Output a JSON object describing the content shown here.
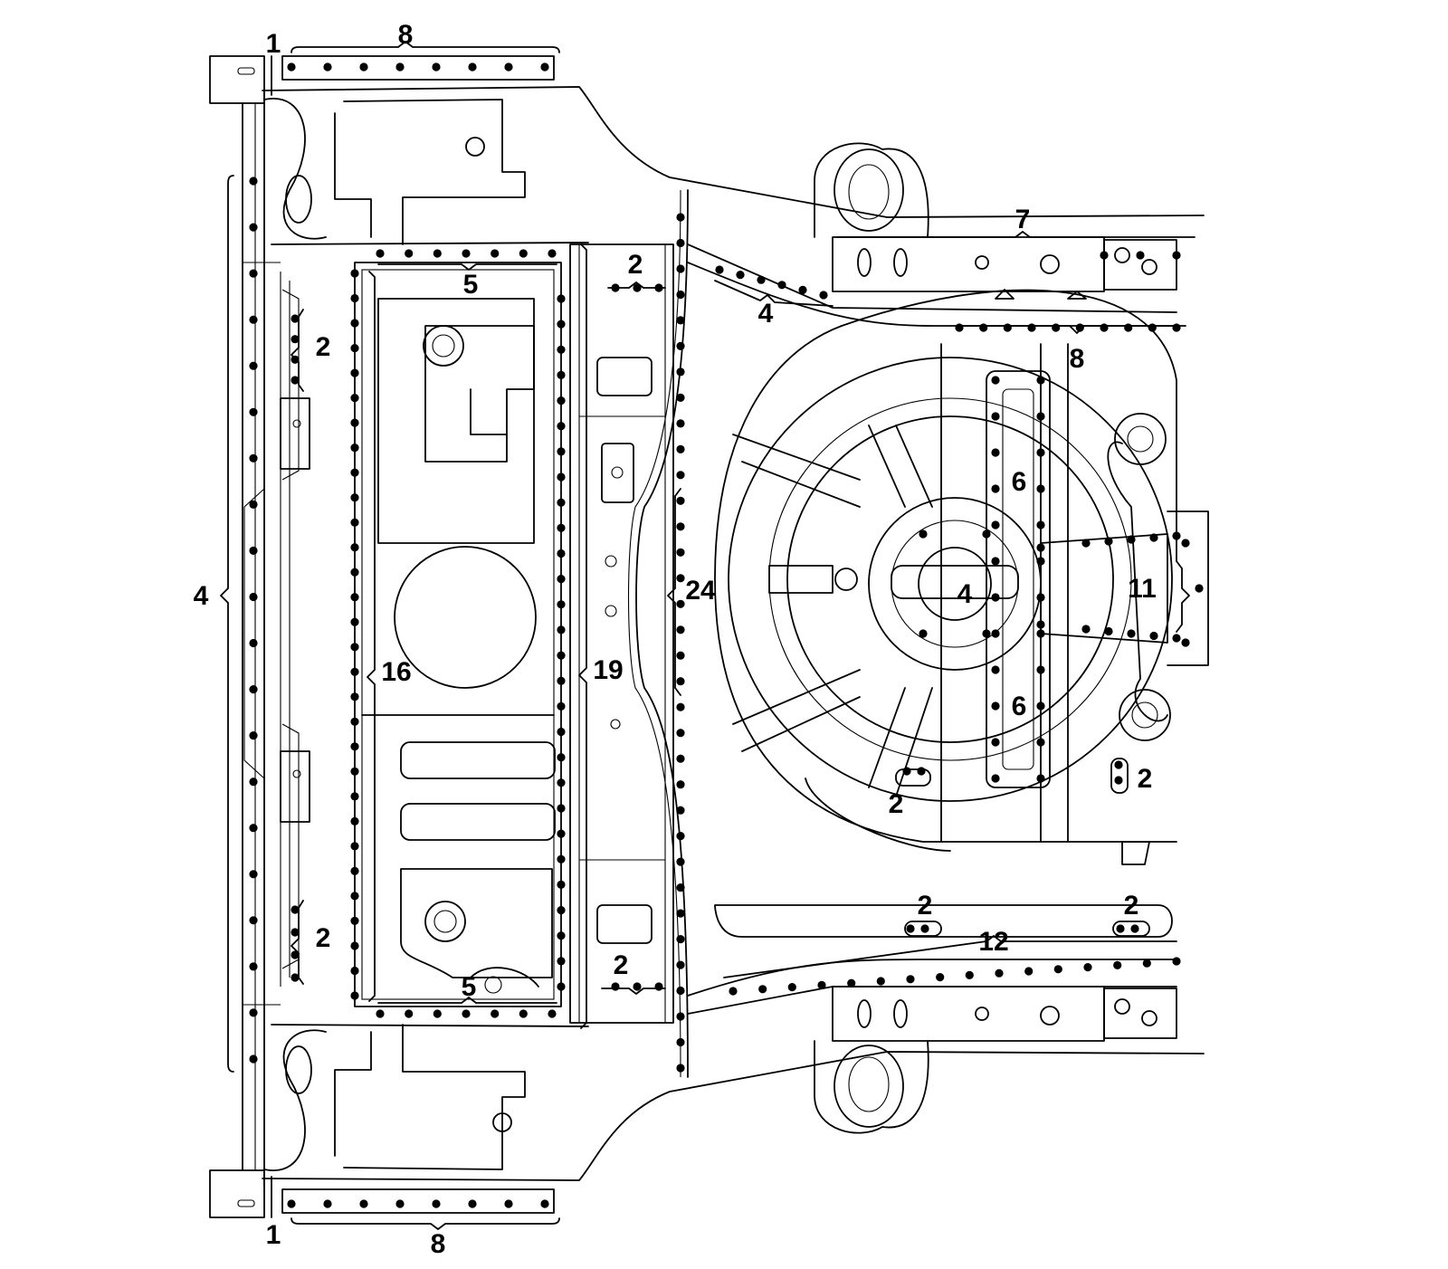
{
  "diagram": {
    "callouts": {
      "tl_1": "1",
      "tl_8": "8",
      "bl_1": "1",
      "bl_8": "8",
      "left_4": "4",
      "top_5": "5",
      "bottom_5": "5",
      "left_2_upper": "2",
      "left_2_lower": "2",
      "col_2_upper": "2",
      "col_2_lower": "2",
      "label_16": "16",
      "label_19": "19",
      "label_24": "24",
      "rail_4": "4",
      "label_7": "7",
      "top_8_right": "8",
      "wheel_4": "4",
      "upper_6": "6",
      "lower_6": "6",
      "label_11": "11",
      "tub_2": "2",
      "right_2": "2",
      "bottom_2_left": "2",
      "bottom_2_right": "2",
      "label_12": "12"
    }
  }
}
